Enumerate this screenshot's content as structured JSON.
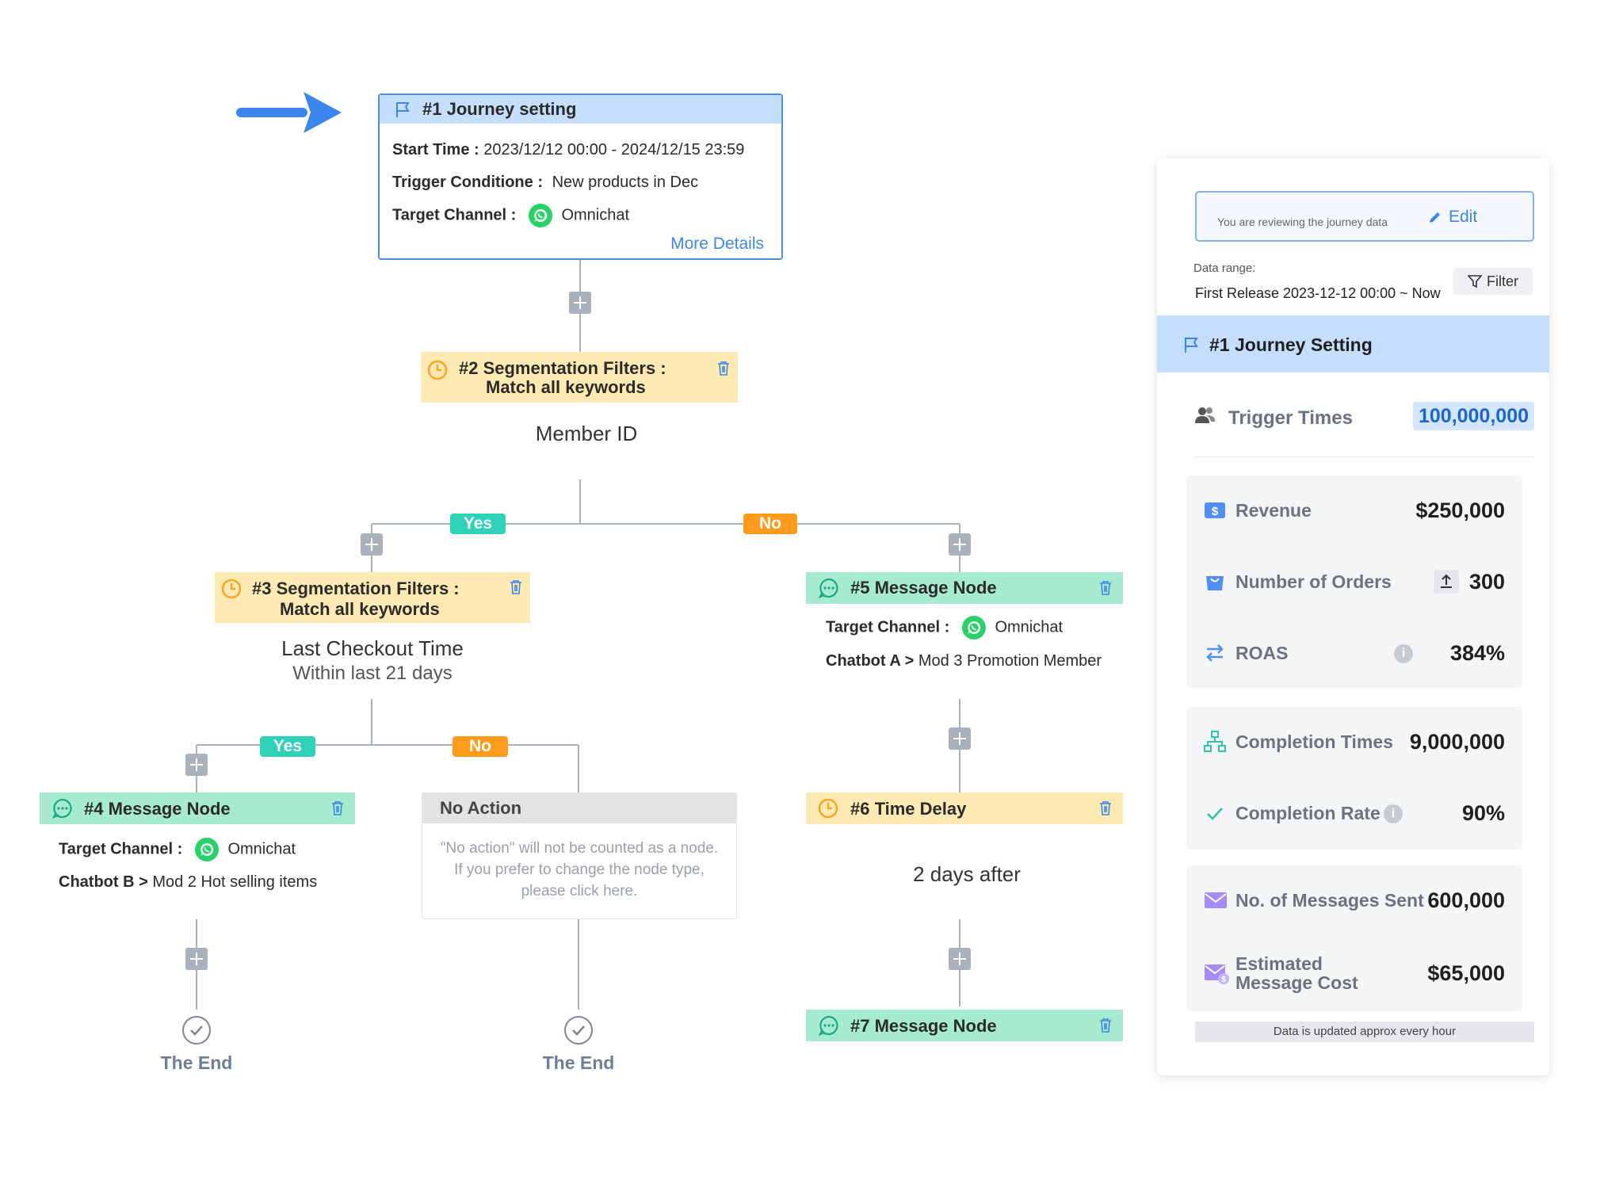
{
  "journey_setting_node": {
    "title": "#1 Journey setting",
    "start_time_label": "Start Time :",
    "start_time_value": "2023/12/12 00:00 - 2024/12/15 23:59",
    "trigger_label": "Trigger Conditione :",
    "trigger_value": "New products in Dec",
    "channel_label": "Target Channel :",
    "channel_value": "Omnichat",
    "more_details": "More Details"
  },
  "node2": {
    "title_line1": "#2 Segmentation Filters :",
    "title_line2": "Match all keywords",
    "content": "Member ID"
  },
  "node3": {
    "title_line1": "#3 Segmentation Filters :",
    "title_line2": "Match all keywords",
    "content_line1": "Last Checkout Time",
    "content_line2": "Within last 21 days"
  },
  "node4": {
    "title": "#4  Message Node",
    "channel_label": "Target Channel :",
    "channel_value": "Omnichat",
    "chatbot_label": "Chatbot B >",
    "chatbot_value": "Mod 2 Hot selling items"
  },
  "node5": {
    "title": "#5  Message Node",
    "channel_label": "Target Channel :",
    "channel_value": "Omnichat",
    "chatbot_label": "Chatbot A >",
    "chatbot_value": "Mod 3 Promotion Member"
  },
  "node6": {
    "title": "#6 Time Delay",
    "content": "2 days after"
  },
  "node7": {
    "title": "#7  Message Node"
  },
  "no_action": {
    "title": "No Action",
    "text": "\"No action\" will not be counted as a node. If you prefer to change the node type, please click here."
  },
  "branches": {
    "yes": "Yes",
    "no": "No"
  },
  "end_label": "The End",
  "panel": {
    "review_text": "You are reviewing the journey data",
    "edit_label": "Edit",
    "data_range_label": "Data range:",
    "data_range_value": "First Release 2023-12-12 00:00 ~ Now",
    "filter_label": "Filter",
    "section_title": "#1 Journey Setting",
    "trigger_times_label": "Trigger Times",
    "trigger_times_value": "100,000,000",
    "revenue_label": "Revenue",
    "revenue_value": "$250,000",
    "orders_label": "Number of Orders",
    "orders_value": "300",
    "roas_label": "ROAS",
    "roas_value": "384%",
    "completion_times_label": "Completion Times",
    "completion_times_value": "9,000,000",
    "completion_rate_label": "Completion Rate",
    "completion_rate_value": "90%",
    "messages_sent_label": "No. of Messages Sent",
    "messages_sent_value": "600,000",
    "message_cost_label_1": "Estimated",
    "message_cost_label_2": "Message Cost",
    "message_cost_value": "$65,000",
    "footer_note": "Data is updated approx every hour"
  },
  "colors": {
    "journey_header": "#c5defc",
    "journey_border": "#4a90e2",
    "segment_yellow": "#fde9b2",
    "message_green": "#a6ebcf",
    "no_action_gray": "#e3e3e3",
    "yes_teal": "#2ed3b7",
    "no_orange": "#ff9a1a",
    "link_blue": "#3a86ec"
  }
}
